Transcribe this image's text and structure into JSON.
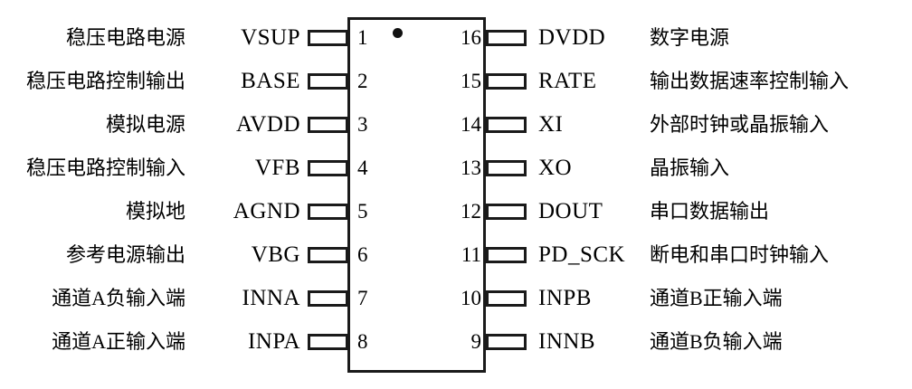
{
  "diagram": {
    "type": "ic-pinout",
    "package_pin_count": 16,
    "rows_per_side": 8,
    "pin1_marker": "pin1-dot",
    "colors": {
      "outline": "#1a1a1a",
      "text": "#000000",
      "background": "#ffffff"
    }
  },
  "left_pins": [
    {
      "number": "1",
      "name": "VSUP",
      "description": "稳压电路电源"
    },
    {
      "number": "2",
      "name": "BASE",
      "description": "稳压电路控制输出"
    },
    {
      "number": "3",
      "name": "AVDD",
      "description": "模拟电源"
    },
    {
      "number": "4",
      "name": "VFB",
      "description": "稳压电路控制输入"
    },
    {
      "number": "5",
      "name": "AGND",
      "description": "模拟地"
    },
    {
      "number": "6",
      "name": "VBG",
      "description": "参考电源输出"
    },
    {
      "number": "7",
      "name": "INNA",
      "description": "通道A负输入端"
    },
    {
      "number": "8",
      "name": "INPA",
      "description": "通道A正输入端"
    }
  ],
  "right_pins": [
    {
      "number": "16",
      "name": "DVDD",
      "description": "数字电源"
    },
    {
      "number": "15",
      "name": "RATE",
      "description": "输出数据速率控制输入"
    },
    {
      "number": "14",
      "name": "XI",
      "description": "外部时钟或晶振输入"
    },
    {
      "number": "13",
      "name": "XO",
      "description": "晶振输入"
    },
    {
      "number": "12",
      "name": "DOUT",
      "description": "串口数据输出"
    },
    {
      "number": "11",
      "name": "PD_SCK",
      "description": "断电和串口时钟输入"
    },
    {
      "number": "10",
      "name": "INPB",
      "description": "通道B正输入端"
    },
    {
      "number": "9",
      "name": "INNB",
      "description": "通道B负输入端"
    }
  ]
}
